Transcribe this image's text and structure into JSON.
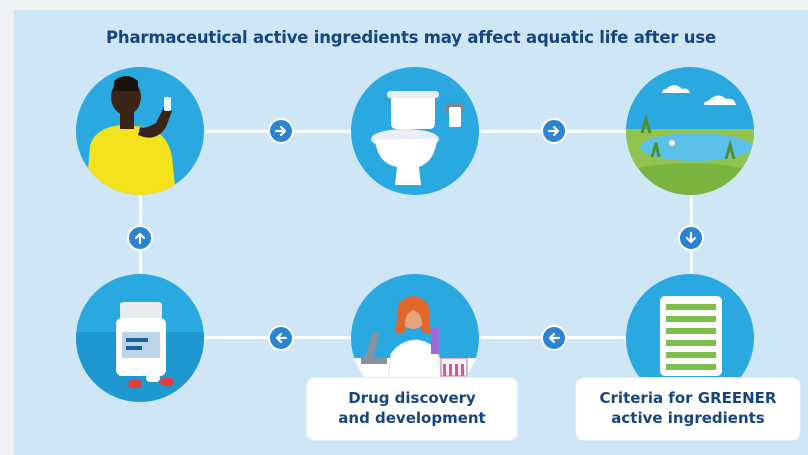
{
  "diagram": {
    "title": "Pharmaceutical active ingredients may affect aquatic life after use",
    "stages": [
      {
        "name": "person-taking-medicine",
        "icon": "person-drinking-icon"
      },
      {
        "name": "toilet",
        "icon": "toilet-icon"
      },
      {
        "name": "aquatic-environment",
        "icon": "pond-icon"
      },
      {
        "name": "greener-criteria",
        "icon": "checklist-icon",
        "label_line1": "Criteria for GREENER",
        "label_line2": "active ingredients"
      },
      {
        "name": "drug-discovery",
        "icon": "scientist-icon",
        "label_line1": "Drug discovery",
        "label_line2": "and development"
      },
      {
        "name": "medicine",
        "icon": "pill-bottle-icon"
      }
    ],
    "arrows": [
      "right",
      "right",
      "down",
      "left",
      "left",
      "up"
    ]
  },
  "colors": {
    "background": "#cfe6f7",
    "title": "#17457e",
    "arrow": "#2b83d1",
    "circle": "#29a9e0"
  }
}
